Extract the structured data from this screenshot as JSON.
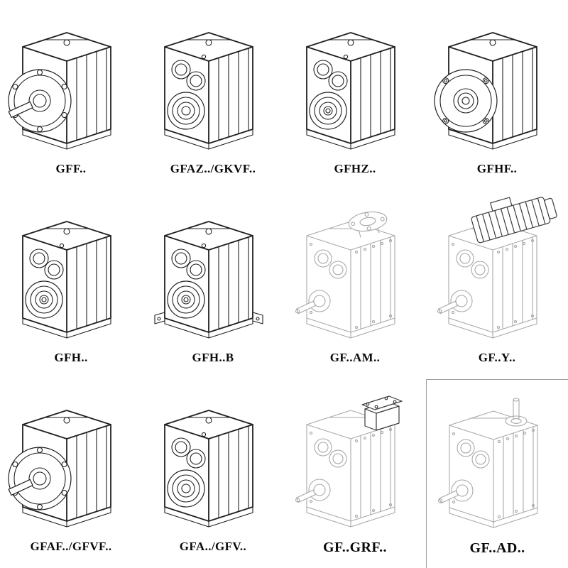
{
  "page": {
    "background": "#ffffff"
  },
  "colors": {
    "line_dark": "#202020",
    "line_light": "#a8a8a8",
    "attachment_dark": "#3c3c3c",
    "label_text": "#0a0a0a"
  },
  "catalog": {
    "items": [
      {
        "label": "GFF..",
        "variant": "flange-with-shaft",
        "style": "solid"
      },
      {
        "label": "GFAZ../GKVF..",
        "variant": "twin-input-bores",
        "style": "solid"
      },
      {
        "label": "GFHZ..",
        "variant": "hollow-shaft",
        "style": "solid"
      },
      {
        "label": "GFHF..",
        "variant": "flange-hollow",
        "style": "solid"
      },
      {
        "label": "GFH..",
        "variant": "hollow-shaft",
        "style": "solid"
      },
      {
        "label": "GFH..B",
        "variant": "hollow-shaft-foot",
        "style": "solid"
      },
      {
        "label": "GF..AM..",
        "variant": "adapter-flange-top",
        "style": "light"
      },
      {
        "label": "GF..Y..",
        "variant": "motor-on-top",
        "style": "light"
      },
      {
        "label": "GFAF../GFVF..",
        "variant": "flange-with-shaft",
        "style": "solid"
      },
      {
        "label": "GFA../GFV..",
        "variant": "twin-input-bores",
        "style": "solid"
      },
      {
        "label": "GF..GRF..",
        "variant": "adapter-block-top",
        "style": "light"
      },
      {
        "label": "GF..AD..",
        "variant": "input-shaft-top",
        "style": "light"
      }
    ]
  }
}
